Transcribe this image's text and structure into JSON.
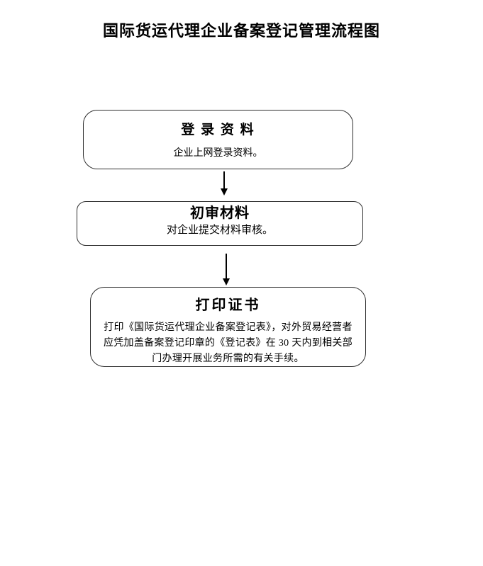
{
  "page": {
    "title": "国际货运代理企业备案登记管理流程图"
  },
  "flowchart": {
    "steps": [
      {
        "title": "登 录 资 料",
        "description": "企业上网登录资料。"
      },
      {
        "title": "初审材料",
        "description": "对企业提交材料审核。"
      },
      {
        "title": "打印证书",
        "description": "打印《国际货运代理企业备案登记表》，对外贸易经营者应凭加盖备案登记印章的《登记表》在 30 天内到相关部门办理开展业务所需的有关手续。"
      }
    ]
  }
}
